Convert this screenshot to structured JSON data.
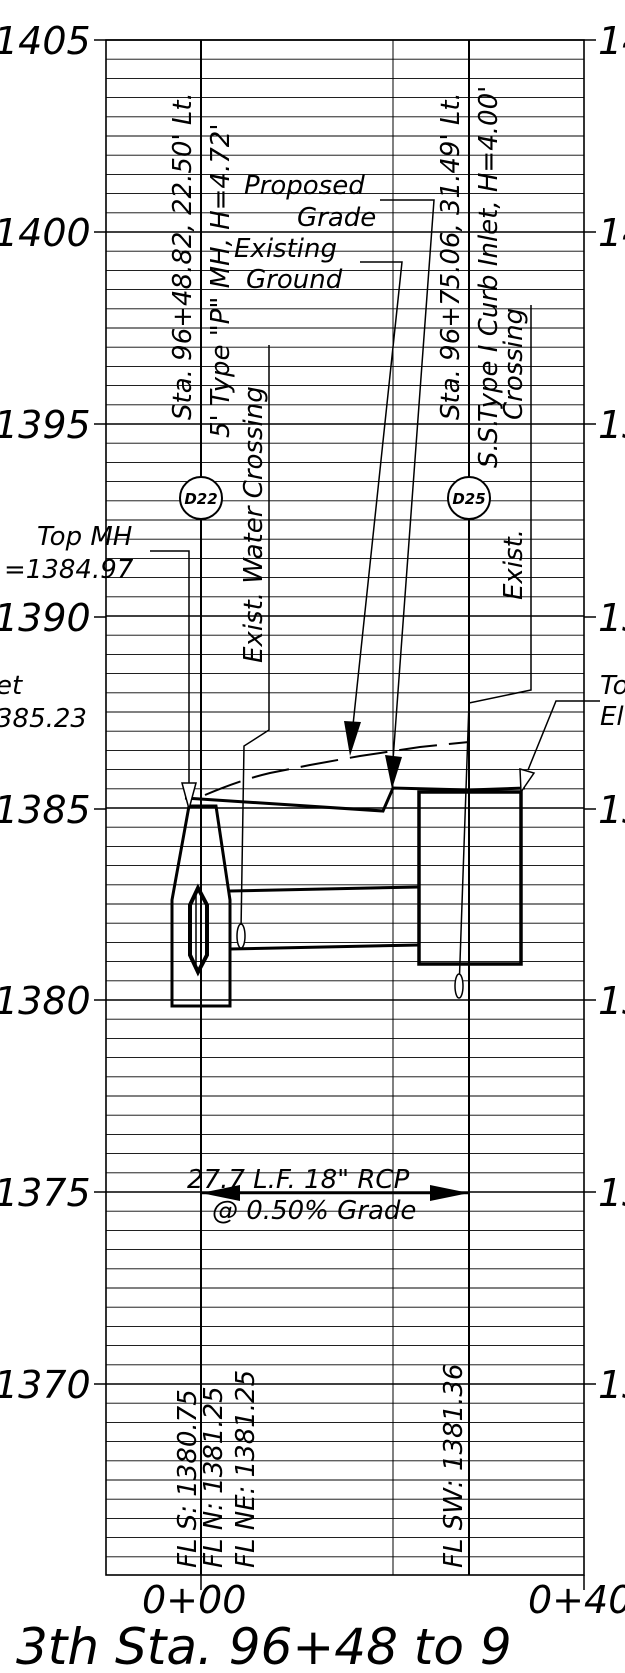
{
  "elevation_labels_left": [
    "1405",
    "1400",
    "1395",
    "1390",
    "1385",
    "1380",
    "1375",
    "1370"
  ],
  "elevation_labels_right": [
    "14",
    "14",
    "13",
    "13",
    "13",
    "13",
    "13",
    "13"
  ],
  "station_labels": [
    "0+00",
    "0+40"
  ],
  "structures": [
    {
      "circle_id": "D22",
      "station": "Sta. 96+48.82, 22.50' Lt.",
      "description": "5' Type \"P\" MH, H=4.72'",
      "crossing": "Exist. Water Crossing"
    },
    {
      "circle_id": "D25",
      "station": "Sta. 96+75.06, 31.49' Lt.",
      "description": "Type I Curb Inlet, H=4.00'",
      "crossing_line1": "S.S.",
      "crossing_line2": "Crossing",
      "crossing_prefix": "Exist."
    }
  ],
  "callouts": {
    "proposed_grade_1": "Proposed",
    "proposed_grade_2": "Grade",
    "existing_ground_1": "Existing",
    "existing_ground_2": "Ground",
    "top_mh_1": "Top MH",
    "top_mh_2": "=1384.97",
    "left_partial_1": "et",
    "left_partial_2": "385.23",
    "right_partial_1": "To",
    "right_partial_2": "El"
  },
  "pipe": {
    "length_label": "27.7 L.F. 18\" RCP",
    "grade_label": "@ 0.50% Grade"
  },
  "flowlines": {
    "fl_s": "FL S: 1380.75",
    "fl_n": "FL N: 1381.25",
    "fl_ne": "FL NE: 1381.25",
    "fl_sw": "FL SW: 1381.36"
  },
  "title": "3th Sta. 96+48 to 9"
}
